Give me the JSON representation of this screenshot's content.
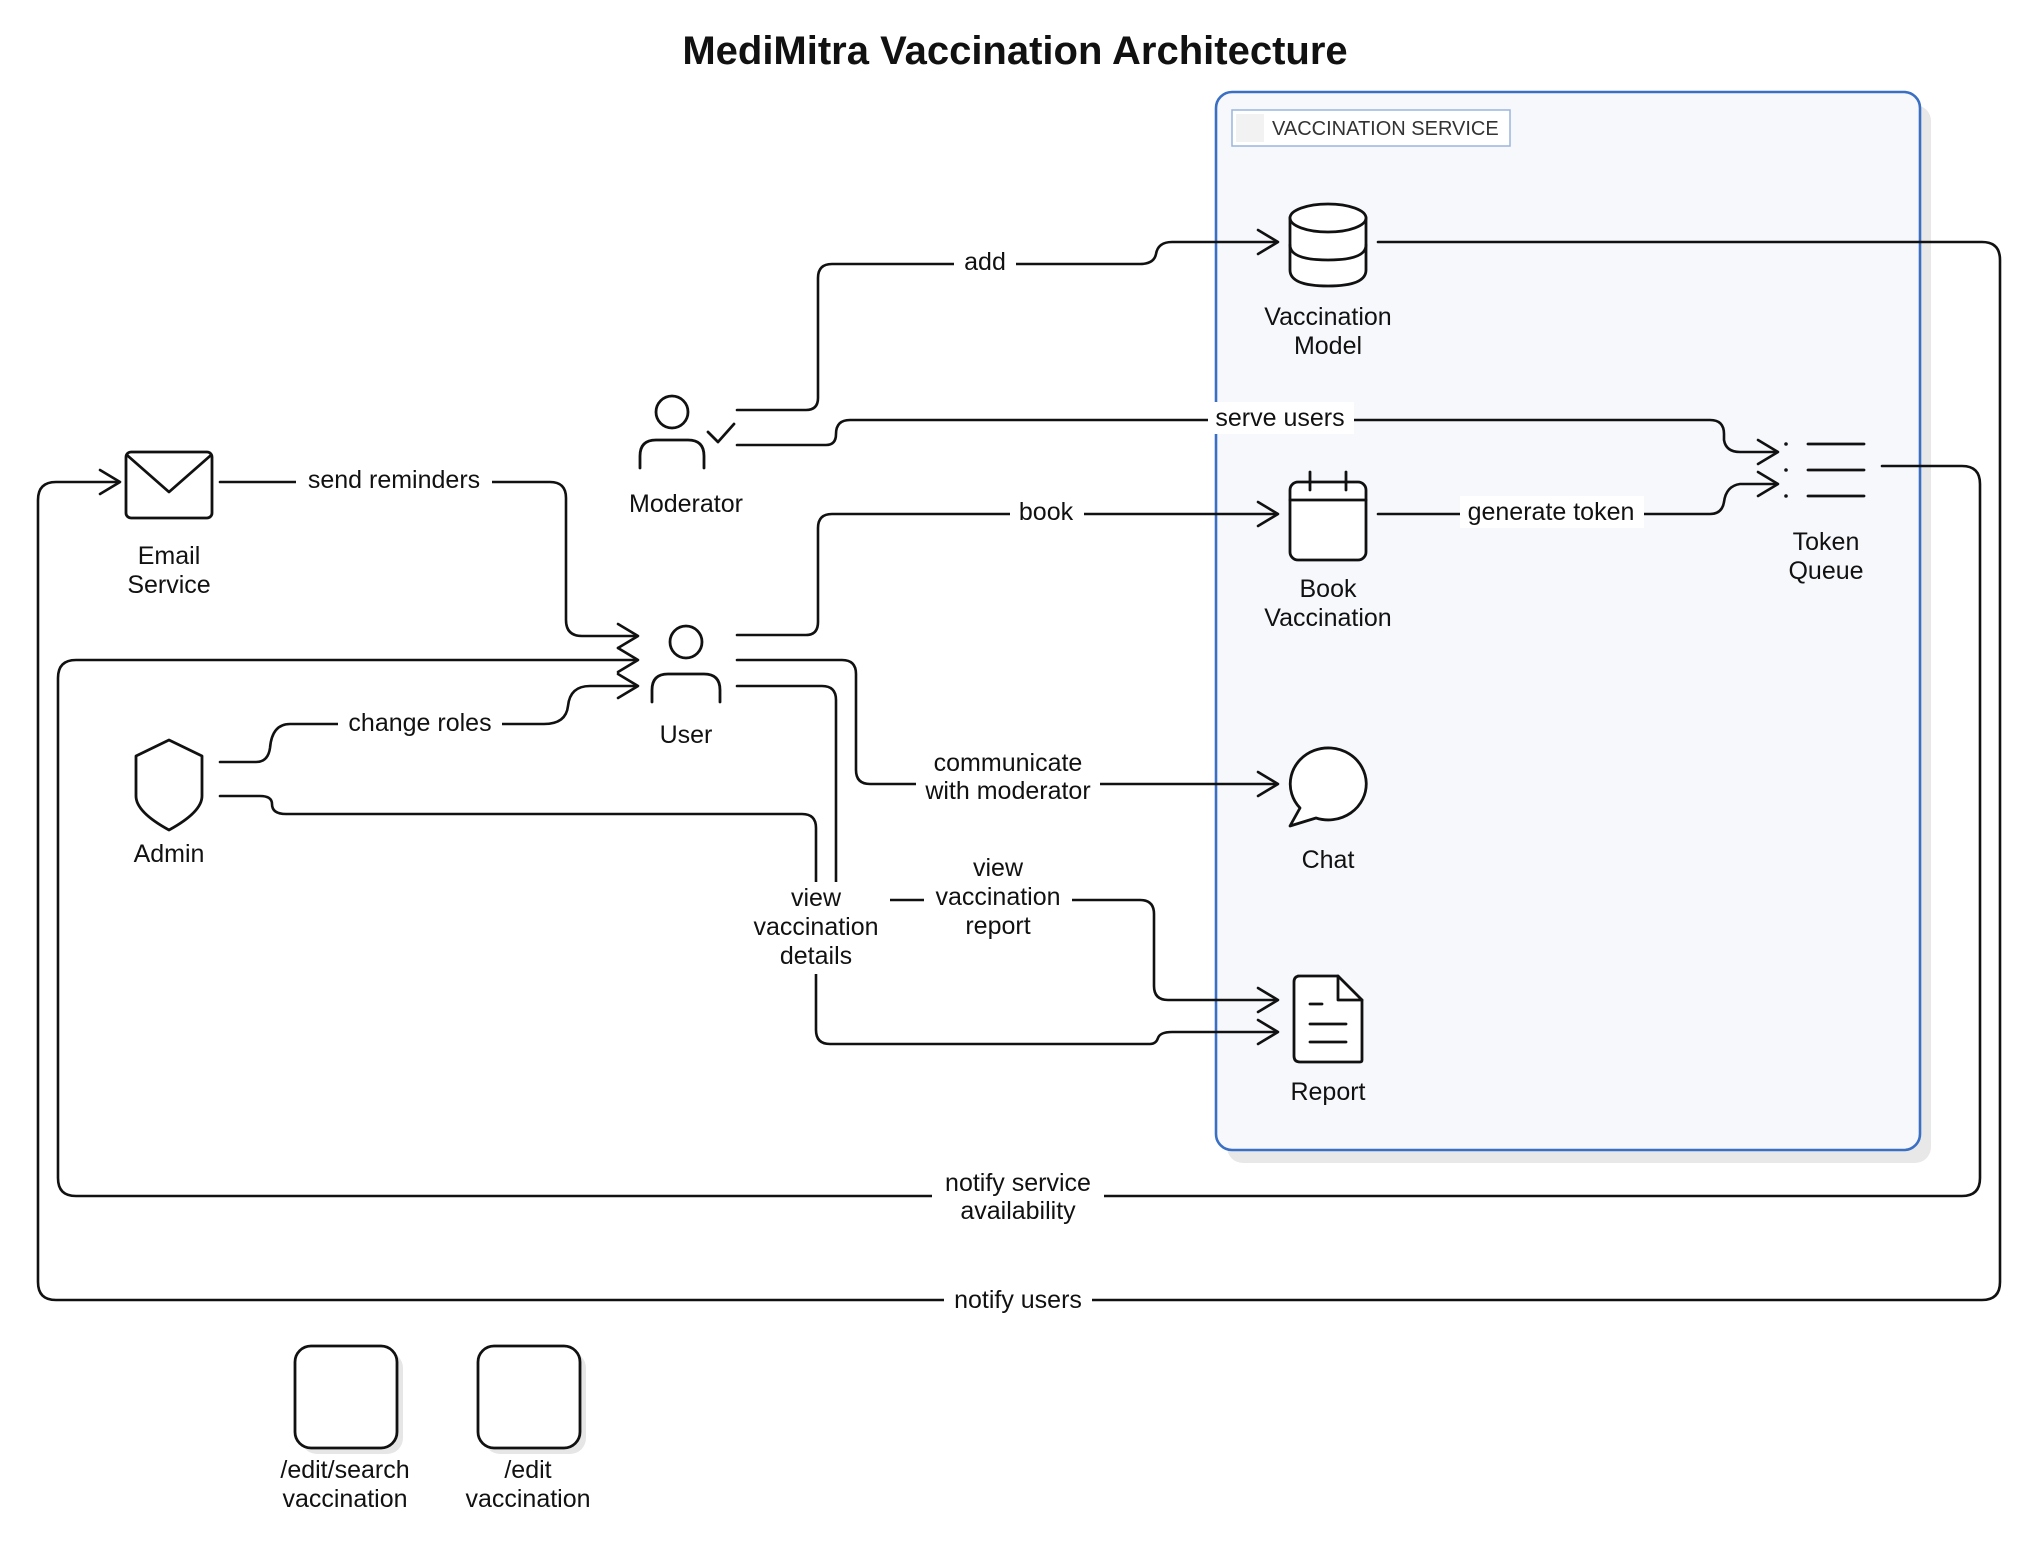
{
  "title": "MediMitra Vaccination Architecture",
  "group": {
    "label": "VACCINATION SERVICE",
    "border_color": "#3a6fc4",
    "fill_color": "#f6f8fc"
  },
  "nodes": {
    "email_service": {
      "lines": [
        "Email",
        "Service"
      ],
      "icon": "envelope-icon"
    },
    "moderator": {
      "lines": [
        "Moderator"
      ],
      "icon": "user-check-icon"
    },
    "user": {
      "lines": [
        "User"
      ],
      "icon": "user-icon"
    },
    "admin": {
      "lines": [
        "Admin"
      ],
      "icon": "shield-icon"
    },
    "vaccination_model": {
      "lines": [
        "Vaccination",
        "Model"
      ],
      "icon": "database-icon"
    },
    "book_vaccination": {
      "lines": [
        "Book",
        "Vaccination"
      ],
      "icon": "calendar-icon"
    },
    "chat": {
      "lines": [
        "Chat"
      ],
      "icon": "chat-bubble-icon"
    },
    "report": {
      "lines": [
        "Report"
      ],
      "icon": "document-icon"
    },
    "token_queue": {
      "lines": [
        "Token",
        "Queue"
      ],
      "icon": "list-icon"
    },
    "edit_search": {
      "lines": [
        "/edit/search",
        "vaccination"
      ],
      "icon": "rounded-square-icon"
    },
    "edit": {
      "lines": [
        "/edit",
        "vaccination"
      ],
      "icon": "rounded-square-icon"
    }
  },
  "edges": {
    "add": [
      "add"
    ],
    "serve_users": [
      "serve users"
    ],
    "book": [
      "book"
    ],
    "generate_token": [
      "generate token"
    ],
    "send_reminders": [
      "send reminders"
    ],
    "change_roles": [
      "change roles"
    ],
    "communicate": [
      "communicate",
      "with moderator"
    ],
    "view_report": [
      "view",
      "vaccination",
      "report"
    ],
    "view_details": [
      "view",
      "vaccination",
      "details"
    ],
    "notify_availability": [
      "notify service",
      "availability"
    ],
    "notify_users": [
      "notify users"
    ]
  }
}
